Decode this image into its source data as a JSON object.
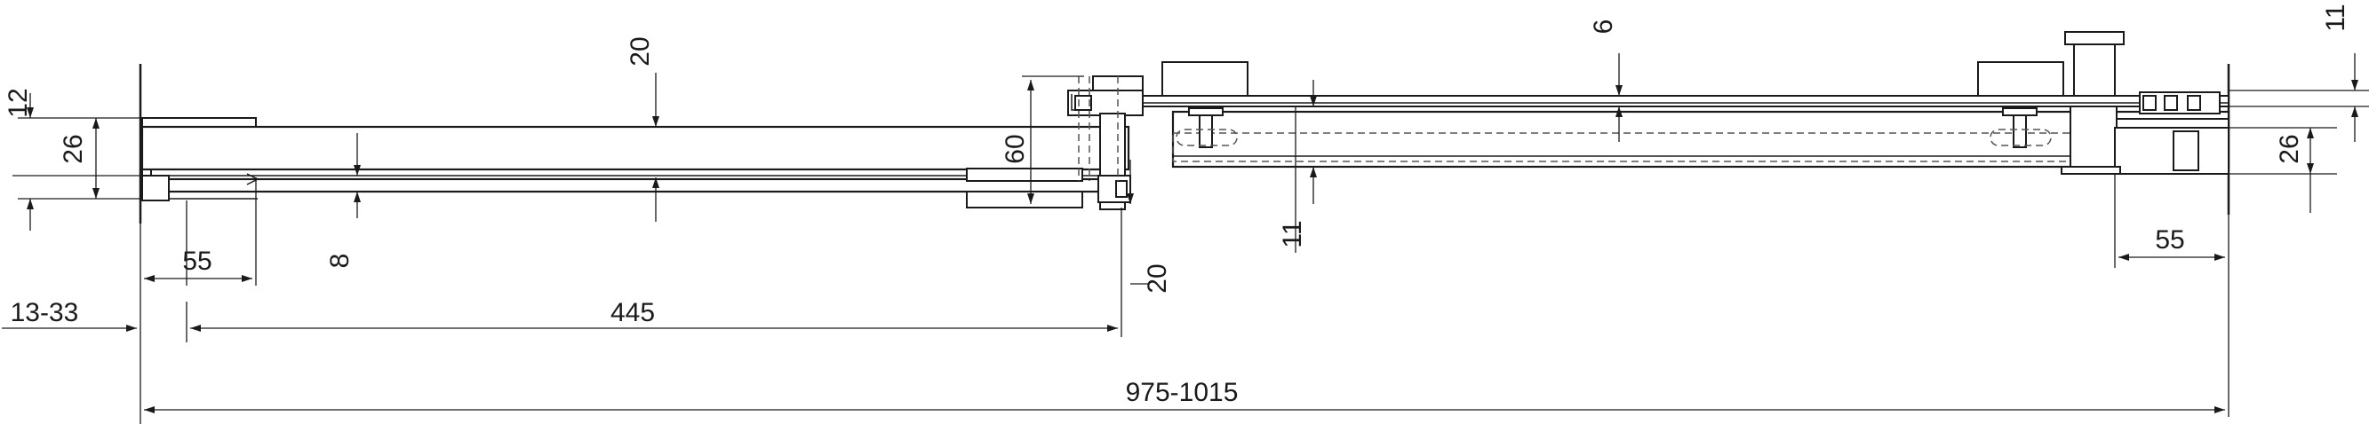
{
  "dimensions": {
    "wall_offset": "13-33",
    "panel_width": "445",
    "total_width": "975-1015",
    "profile_left": "55",
    "profile_right": "55",
    "left_depth_12": "12",
    "left_depth_26": "26",
    "right_depth_26": "26",
    "glass_8": "8",
    "gap_20_top": "20",
    "height_60": "60",
    "gap_20_bottom": "20",
    "offset_11_mid": "11",
    "offset_6": "6",
    "offset_11_right": "11"
  },
  "colors": {
    "line": "#1a1a1a",
    "dashed": "#555555",
    "background": "#ffffff"
  }
}
